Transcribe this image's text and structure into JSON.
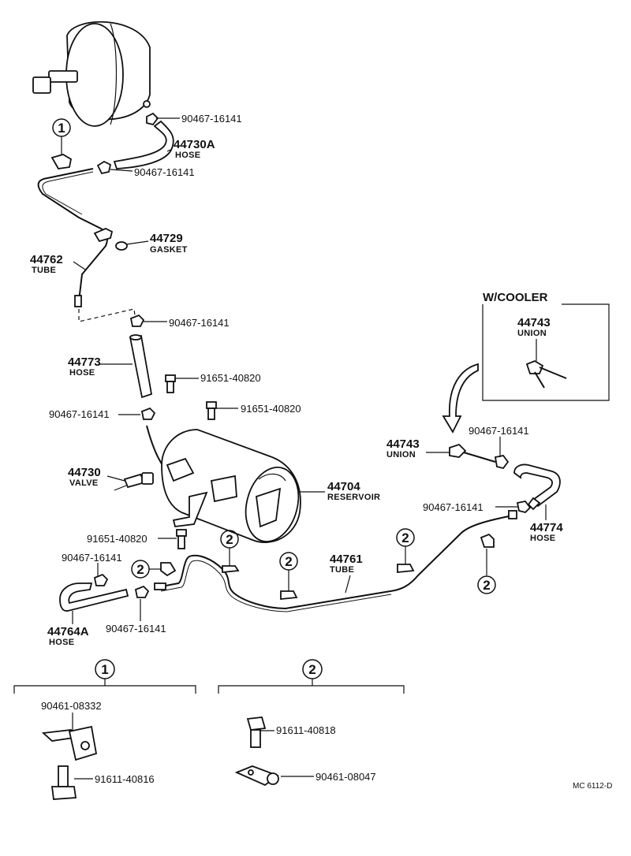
{
  "diagram": {
    "code": "MC  6112-D",
    "inset_title": "W/COOLER",
    "circle_1": "1",
    "circle_2": "2",
    "parts": {
      "clamp_top_a": "90467-16141",
      "hose_44730a": "44730A",
      "hose_44730a_name": "HOSE",
      "clamp_top_b": "90467-16141",
      "gasket": "44729",
      "gasket_name": "GASKET",
      "tube_44762": "44762",
      "tube_44762_name": "TUBE",
      "clamp_mid": "90467-16141",
      "hose_44773": "44773",
      "hose_44773_name": "HOSE",
      "bolt_a": "91651-40820",
      "bolt_b": "91651-40820",
      "clamp_left": "90467-16141",
      "valve": "44730",
      "valve_name": "VALVE",
      "reservoir": "44704",
      "reservoir_name": "RESERVOIR",
      "bolt_c": "91651-40820",
      "clamp_low_a": "90467-16141",
      "hose_44764a": "44764A",
      "hose_44764a_name": "HOSE",
      "clamp_low_b": "90467-16141",
      "tube_44761": "44761",
      "tube_44761_name": "TUBE",
      "union_inset": "44743",
      "union_inset_name": "UNION",
      "union": "44743",
      "union_name": "UNION",
      "clamp_right_a": "90467-16141",
      "clamp_right_b": "90467-16141",
      "hose_44774": "44774",
      "hose_44774_name": "HOSE",
      "detail1_bracket": "90461-08332",
      "detail1_bolt": "91611-40816",
      "detail2_bolt": "91611-40818",
      "detail2_clamp": "90461-08047"
    }
  }
}
